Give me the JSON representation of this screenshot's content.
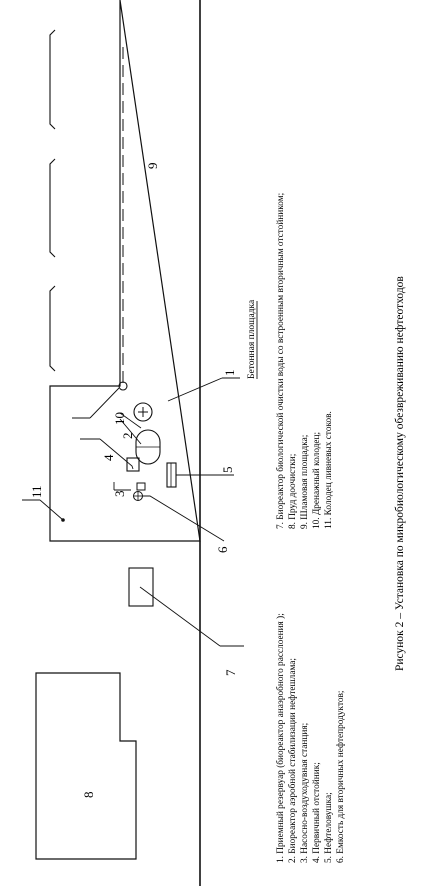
{
  "labels": {
    "l1": "1",
    "l2": "2",
    "l3": "3",
    "l4": "4",
    "l5": "5",
    "l6": "6",
    "l7": "7",
    "l8": "8",
    "l9": "9",
    "l10": "10",
    "l11": "11"
  },
  "annotation": "Бетонная площадка",
  "legend": [
    "1. Приемный резервуар (биореактор анаэробного расслоения );",
    "2. Биореактор аэробной стабилизации нефтешлама;",
    "3. Насосно-воздуходувная станция;",
    "4. Первичный    отстойник;",
    "5. Нефтеловушка;",
    "6. Емкость для вторичных нефтепродуктов;",
    "7. Биореактор биологической очистки воды со встроенным вторичным отстойником;",
    "8. Пруд доочистки;",
    "9. Шламовая      площадка;",
    "10. Дренажный колодец;",
    "11. Колодец ливневых стоков."
  ],
  "caption": "Рисунок 2 – Установка по микробиологическому обезвреживанию нефтеотходов"
}
